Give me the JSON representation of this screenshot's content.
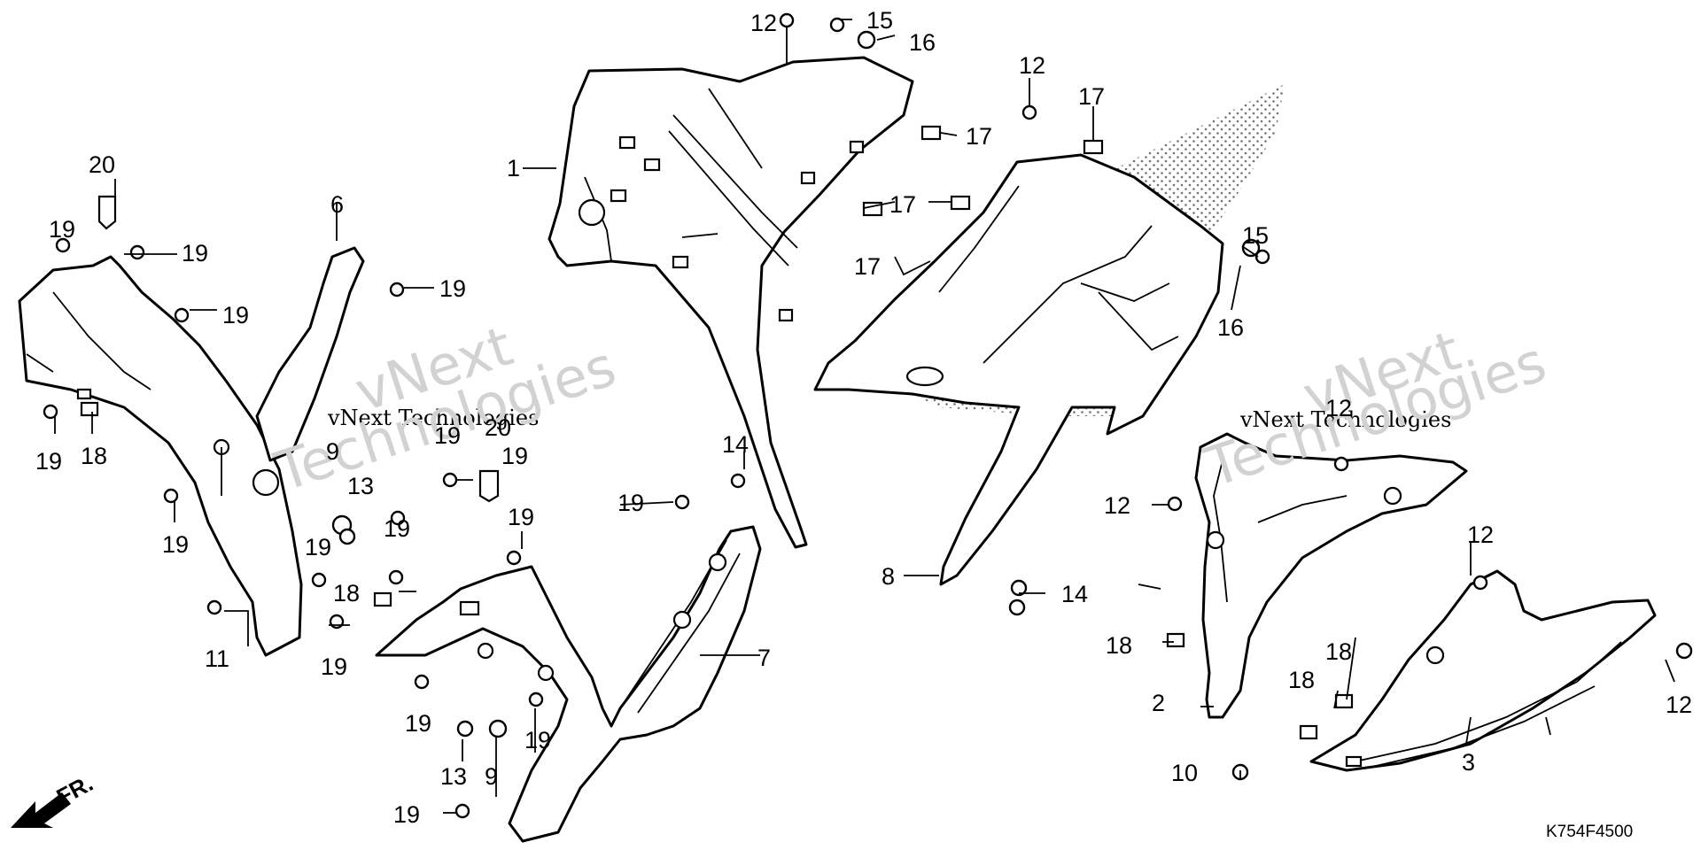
{
  "diagram": {
    "code": "K754F4500",
    "direction_label": "FR.",
    "watermark": {
      "line1": "vNext",
      "line2": "vNext Technologies",
      "line3": "Technologies"
    },
    "callouts": [
      {
        "id": "c1",
        "text": "1"
      },
      {
        "id": "c2",
        "text": "2"
      },
      {
        "id": "c3",
        "text": "3"
      },
      {
        "id": "c6",
        "text": "6"
      },
      {
        "id": "c7",
        "text": "7"
      },
      {
        "id": "c8",
        "text": "8"
      },
      {
        "id": "c9a",
        "text": "9"
      },
      {
        "id": "c9b",
        "text": "9"
      },
      {
        "id": "c10",
        "text": "10"
      },
      {
        "id": "c11",
        "text": "11"
      },
      {
        "id": "c12a",
        "text": "12"
      },
      {
        "id": "c12b",
        "text": "12"
      },
      {
        "id": "c12c",
        "text": "12"
      },
      {
        "id": "c12d",
        "text": "12"
      },
      {
        "id": "c12e",
        "text": "12"
      },
      {
        "id": "c12f",
        "text": "12"
      },
      {
        "id": "c13a",
        "text": "13"
      },
      {
        "id": "c13b",
        "text": "13"
      },
      {
        "id": "c14a",
        "text": "14"
      },
      {
        "id": "c14b",
        "text": "14"
      },
      {
        "id": "c15a",
        "text": "15"
      },
      {
        "id": "c15b",
        "text": "15"
      },
      {
        "id": "c16a",
        "text": "16"
      },
      {
        "id": "c16b",
        "text": "16"
      },
      {
        "id": "c17a",
        "text": "17"
      },
      {
        "id": "c17b",
        "text": "17"
      },
      {
        "id": "c17c",
        "text": "17"
      },
      {
        "id": "c17d",
        "text": "17"
      },
      {
        "id": "c18a",
        "text": "18"
      },
      {
        "id": "c18b",
        "text": "18"
      },
      {
        "id": "c18c",
        "text": "18"
      },
      {
        "id": "c18d",
        "text": "18"
      },
      {
        "id": "c18e",
        "text": "18"
      },
      {
        "id": "c19a",
        "text": "19"
      },
      {
        "id": "c19b",
        "text": "19"
      },
      {
        "id": "c19c",
        "text": "19"
      },
      {
        "id": "c19d",
        "text": "19"
      },
      {
        "id": "c19e",
        "text": "19"
      },
      {
        "id": "c19f",
        "text": "19"
      },
      {
        "id": "c19g",
        "text": "19"
      },
      {
        "id": "c19h",
        "text": "19"
      },
      {
        "id": "c19i",
        "text": "19"
      },
      {
        "id": "c19j",
        "text": "19"
      },
      {
        "id": "c19k",
        "text": "19"
      },
      {
        "id": "c19l",
        "text": "19"
      },
      {
        "id": "c19m",
        "text": "19"
      },
      {
        "id": "c19n",
        "text": "19"
      },
      {
        "id": "c19o",
        "text": "19"
      },
      {
        "id": "c19p",
        "text": "19"
      },
      {
        "id": "c20a",
        "text": "20"
      },
      {
        "id": "c20b",
        "text": "20"
      }
    ]
  }
}
